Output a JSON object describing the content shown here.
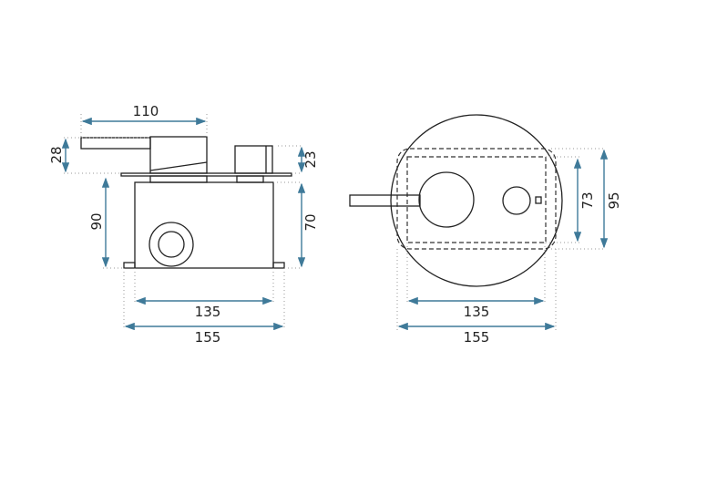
{
  "diagram": {
    "accent_color": "#3f7a99",
    "side_view": {
      "dimensions": {
        "handle_length": "110",
        "lever_height": "28",
        "total_depth": "90",
        "knob_height": "23",
        "box_depth": "70",
        "box_width": "135",
        "total_width": "155"
      }
    },
    "front_view": {
      "dimensions": {
        "inner_height": "73",
        "outer_height": "95",
        "box_width": "135",
        "total_width": "155"
      }
    }
  }
}
